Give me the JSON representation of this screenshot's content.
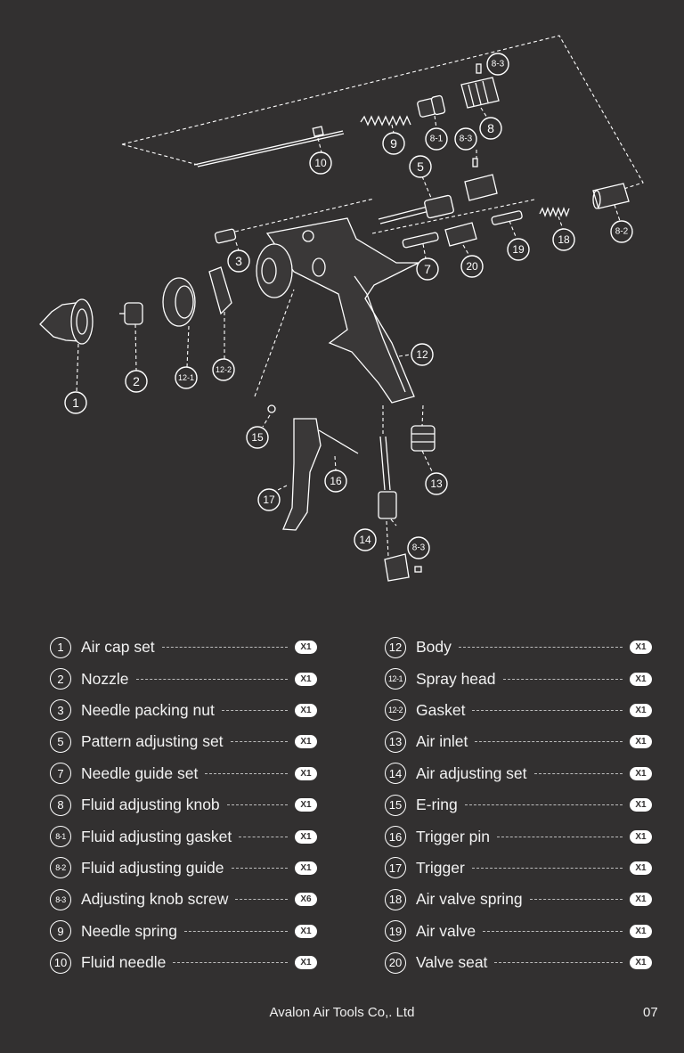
{
  "diagram": {
    "callouts": [
      "1",
      "2",
      "3",
      "5",
      "7",
      "8",
      "8-1",
      "8-2",
      "8-3",
      "8-3",
      "8-3",
      "9",
      "10",
      "12",
      "12-1",
      "12-2",
      "13",
      "14",
      "15",
      "16",
      "17",
      "18",
      "19",
      "20"
    ]
  },
  "parts_left": [
    {
      "num": "1",
      "name": "Air cap set",
      "qty": "X1"
    },
    {
      "num": "2",
      "name": "Nozzle",
      "qty": "X1"
    },
    {
      "num": "3",
      "name": "Needle packing nut",
      "qty": "X1"
    },
    {
      "num": "5",
      "name": "Pattern adjusting set",
      "qty": "X1"
    },
    {
      "num": "7",
      "name": "Needle guide set",
      "qty": "X1"
    },
    {
      "num": "8",
      "name": "Fluid adjusting knob",
      "qty": "X1"
    },
    {
      "num": "8-1",
      "name": "Fluid adjusting gasket",
      "qty": "X1"
    },
    {
      "num": "8-2",
      "name": "Fluid adjusting guide",
      "qty": "X1"
    },
    {
      "num": "8-3",
      "name": "Adjusting knob screw",
      "qty": "X6"
    },
    {
      "num": "9",
      "name": "Needle spring",
      "qty": "X1"
    },
    {
      "num": "10",
      "name": "Fluid needle",
      "qty": "X1"
    }
  ],
  "parts_right": [
    {
      "num": "12",
      "name": "Body",
      "qty": "X1"
    },
    {
      "num": "12-1",
      "name": "Spray head",
      "qty": "X1"
    },
    {
      "num": "12-2",
      "name": "Gasket",
      "qty": "X1"
    },
    {
      "num": "13",
      "name": "Air inlet",
      "qty": "X1"
    },
    {
      "num": "14",
      "name": "Air adjusting set",
      "qty": "X1"
    },
    {
      "num": "15",
      "name": "E-ring",
      "qty": "X1"
    },
    {
      "num": "16",
      "name": "Trigger pin",
      "qty": "X1"
    },
    {
      "num": "17",
      "name": "Trigger",
      "qty": "X1"
    },
    {
      "num": "18",
      "name": "Air valve spring",
      "qty": "X1"
    },
    {
      "num": "19",
      "name": "Air valve",
      "qty": "X1"
    },
    {
      "num": "20",
      "name": "Valve seat",
      "qty": "X1"
    }
  ],
  "footer": {
    "company": "Avalon Air Tools Co,. Ltd",
    "page": "07"
  },
  "colors": {
    "background": "#323030",
    "foreground": "#ffffff"
  }
}
